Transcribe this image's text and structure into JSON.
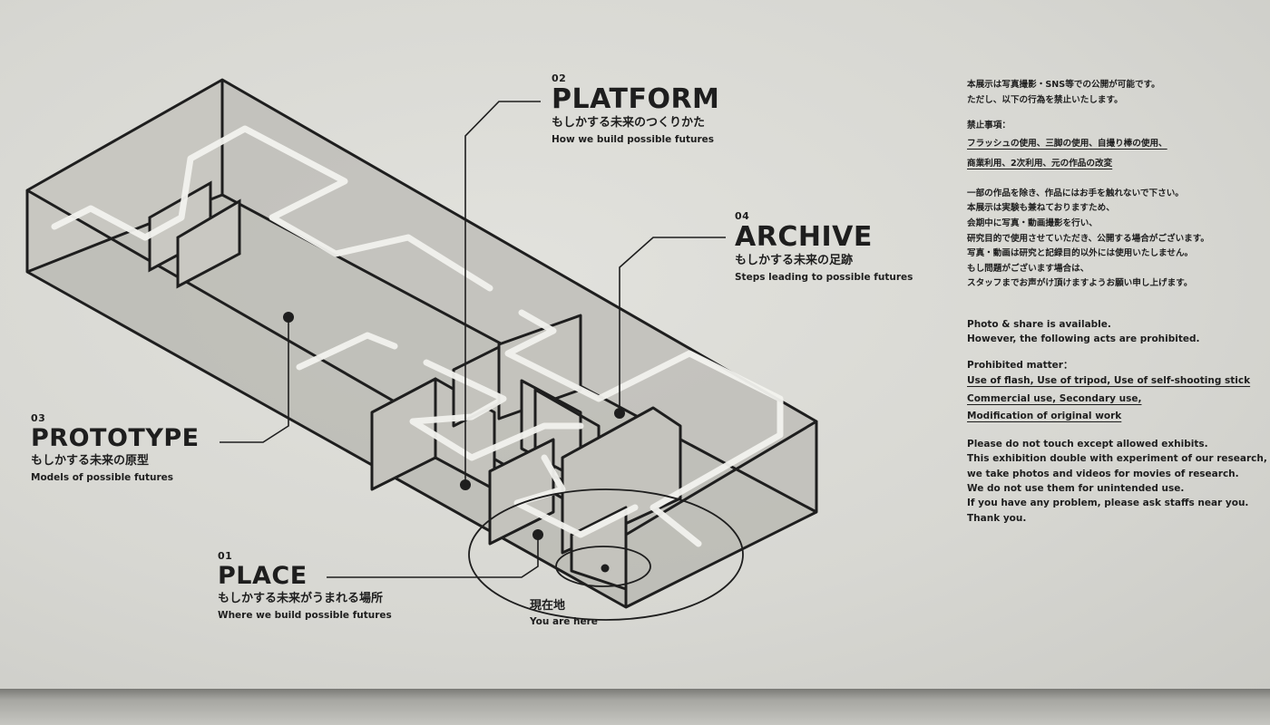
{
  "zones": {
    "platform": {
      "number": "02",
      "title": "PLATFORM",
      "jp": "もしかする未来のつくりかた",
      "en": "How we build possible futures"
    },
    "archive": {
      "number": "04",
      "title": "ARCHIVE",
      "jp": "もしかする未来の足跡",
      "en": "Steps leading to possible futures"
    },
    "prototype": {
      "number": "03",
      "title": "PROTOTYPE",
      "jp": "もしかする未来の原型",
      "en": "Models of possible futures"
    },
    "place": {
      "number": "01",
      "title": "PLACE",
      "jp": "もしかする未来がうまれる場所",
      "en": "Where we build possible futures"
    }
  },
  "you_are_here": {
    "jp": "現在地",
    "en": "You are here"
  },
  "notice_jp": {
    "intro1": "本展示は写真撮影・SNS等での公開が可能です。",
    "intro2": "ただし、以下の行為を禁止いたします。",
    "prohibited_heading": "禁止事項：",
    "prohibited1": "フラッシュの使用、三脚の使用、自撮り棒の使用、",
    "prohibited2": "商業利用、2次利用、元の作品の改変",
    "body": [
      "一部の作品を除き、作品にはお手を触れないで下さい。",
      "本展示は実験も兼ねておりますため、",
      "会期中に写真・動画撮影を行い、",
      "研究目的で使用させていただき、公開する場合がございます。",
      "写真・動画は研究と記録目的以外には使用いたしません。",
      "もし問題がございます場合は、",
      "スタッフまでお声がけ頂けますようお願い申し上げます。"
    ]
  },
  "notice_en": {
    "intro1": "Photo & share is available.",
    "intro2": "However, the following acts are prohibited.",
    "prohibited_heading": "Prohibited matter：",
    "prohibited1": "Use of flash, Use of tripod, Use of self-shooting stick",
    "prohibited2": "Commercial use, Secondary use,",
    "prohibited3": "Modification of original work",
    "body": [
      "Please do not touch except allowed exhibits.",
      "This exhibition double with experiment of our research,",
      "we take photos and videos for movies of research.",
      "We do not use them for unintended use.",
      "If you have any problem, please ask staffs near you.",
      "Thank you."
    ]
  },
  "colors": {
    "wall": "#d8d8d3",
    "ink": "#1e1e1e",
    "floor_fill": "#b9b8b2",
    "path": "#f2f2ee"
  }
}
